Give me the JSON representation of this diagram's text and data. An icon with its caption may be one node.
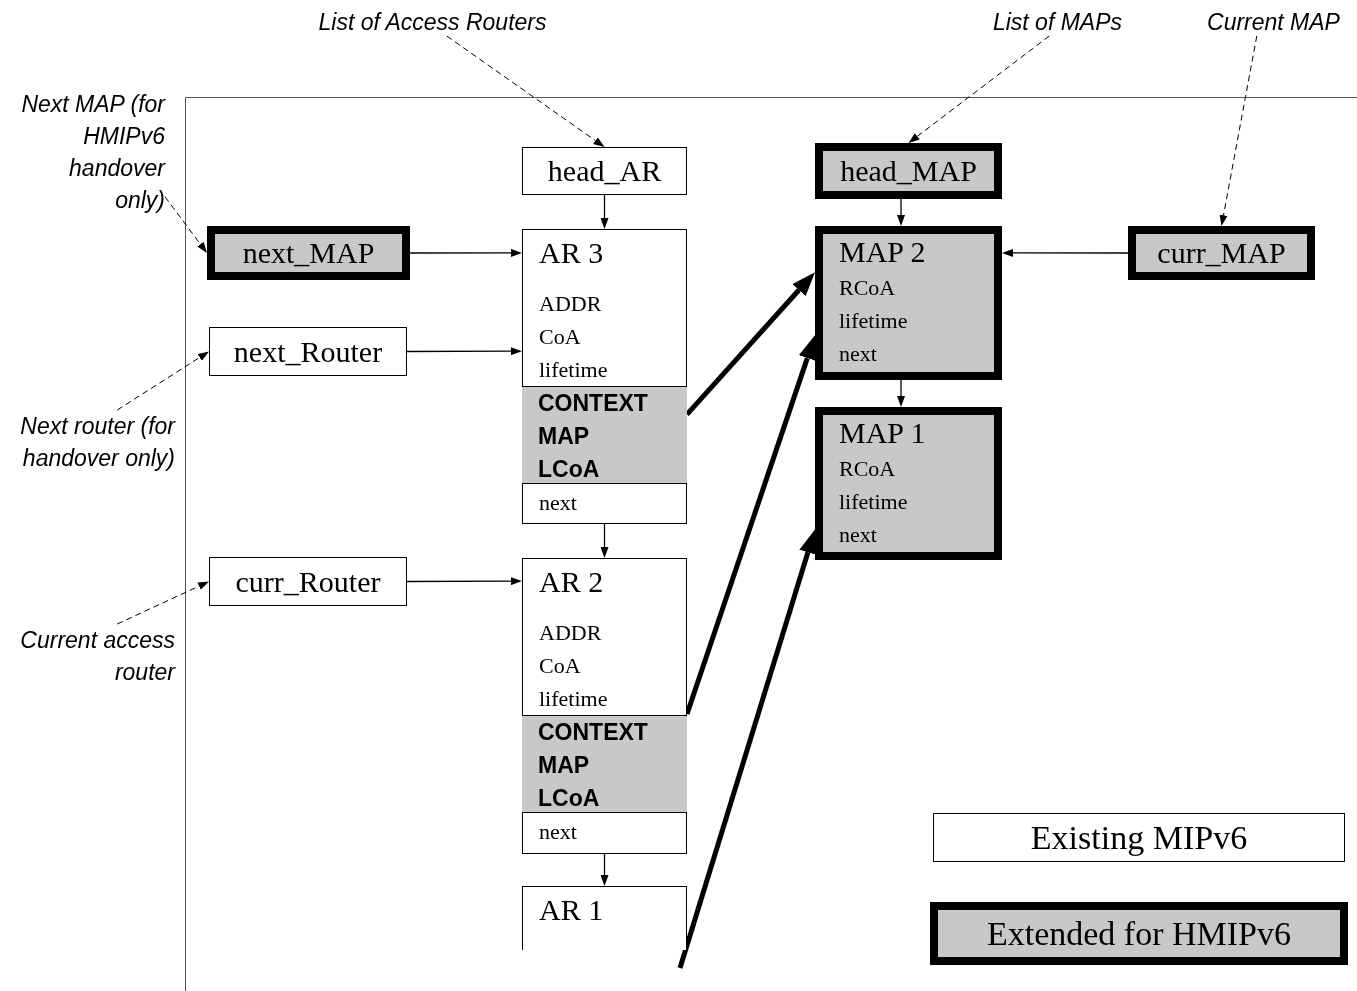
{
  "diagram": {
    "nodes": [
      {
        "text": [
          "List of Access Routers"
        ]
      },
      {
        "text": [
          "List of MAPs"
        ]
      },
      {
        "text": [
          "Current MAP"
        ]
      },
      {
        "text": [
          "Next MAP (for HMIPv6 handover only)"
        ]
      },
      {
        "text": [
          "head_AR"
        ]
      },
      {
        "text": [
          "head_MAP"
        ]
      },
      {
        "text": [
          "next_MAP"
        ]
      },
      {
        "text": [
          "AR 3",
          "ADDR",
          "CoA",
          "lifetime",
          "next"
        ]
      },
      {
        "text": [
          "CONTEXT",
          "MAP",
          "LCoA"
        ],
        "in": 7
      },
      {
        "text": [
          "MAP 2",
          "RCoA",
          "lifetime",
          "next"
        ]
      },
      {
        "text": [
          "curr_MAP"
        ]
      },
      {
        "text": [
          "next_Router"
        ]
      },
      {
        "text": [
          "Next router (for handover only)"
        ]
      },
      {
        "text": [
          "MAP 1",
          "RCoA",
          "lifetime",
          "next"
        ]
      },
      {
        "text": [
          "curr_Router"
        ]
      },
      {
        "text": [
          "AR 2",
          "ADDR",
          "CoA",
          "lifetime",
          "next"
        ]
      },
      {
        "text": [
          "CONTEXT",
          "MAP",
          "LCoA"
        ],
        "in": 15
      },
      {
        "text": [
          "Current access router"
        ]
      },
      {
        "text": [
          "AR 1"
        ]
      }
    ],
    "edges": [
      {
        "from": 0,
        "to": 4,
        "arrow": "to",
        "style": "dashed"
      },
      {
        "from": 1,
        "to": 5,
        "arrow": "to",
        "style": "dashed"
      },
      {
        "from": 2,
        "to": 10,
        "arrow": "to",
        "style": "dashed"
      },
      {
        "from": 3,
        "to": 6,
        "arrow": "to",
        "style": "dashed"
      },
      {
        "from": 4,
        "to": 7,
        "arrow": "to"
      },
      {
        "from": 5,
        "to": 9,
        "arrow": "to"
      },
      {
        "from": 6,
        "to": 7,
        "arrow": "to"
      },
      {
        "from": 10,
        "to": 9,
        "arrow": "to"
      },
      {
        "from": 11,
        "to": 7,
        "arrow": "to"
      },
      {
        "from": 12,
        "to": 11,
        "arrow": "to",
        "style": "dashed"
      },
      {
        "from": 8,
        "to": 9,
        "arrow": "to",
        "style": "thick"
      },
      {
        "from": 7,
        "to": 15,
        "arrow": "to"
      },
      {
        "from": 9,
        "to": 13,
        "arrow": "to"
      },
      {
        "from": 14,
        "to": 15,
        "arrow": "to"
      },
      {
        "from": 17,
        "to": 14,
        "arrow": "to",
        "style": "dashed"
      },
      {
        "from": 16,
        "to": 9,
        "arrow": "to",
        "style": "thick"
      },
      {
        "from": 15,
        "to": 18,
        "arrow": "to"
      },
      {
        "from": null,
        "to": 13,
        "arrow": "to",
        "style": "thick"
      }
    ],
    "legend": [
      {
        "text": "Existing MIPv6",
        "color": "#ffffff"
      },
      {
        "text": "Extended for HMIPv6",
        "color": "#c8c8c8"
      }
    ]
  }
}
